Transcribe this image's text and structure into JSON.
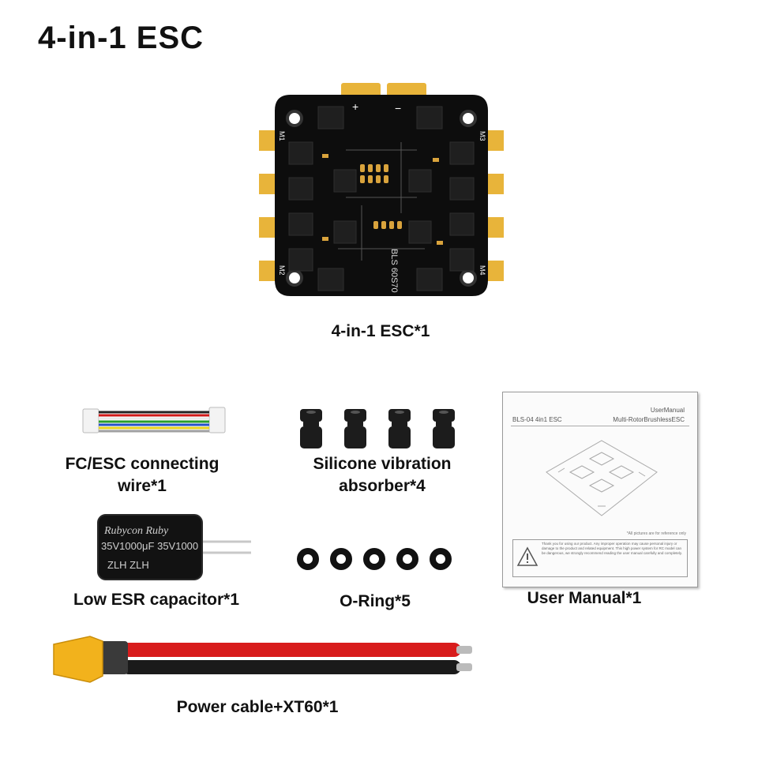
{
  "title": "4-in-1  ESC",
  "items": {
    "esc": {
      "caption": "4-in-1 ESC*1"
    },
    "wire": {
      "caption_line1": "FC/ESC connecting",
      "caption_line2": "wire*1"
    },
    "absorber": {
      "caption_line1": "Silicone vibration",
      "caption_line2": "absorber*4"
    },
    "capacitor": {
      "caption": "Low ESR capacitor*1",
      "print_brand": "Rubycon Ruby",
      "print_value": "35V1000μF 35V1000",
      "print_series": "ZLH ZLH"
    },
    "oring": {
      "caption": "O-Ring*5"
    },
    "manual": {
      "caption": "User Manual*1",
      "header_right1": "UserManual",
      "header_left": "BLS-04 4in1 ESC",
      "header_right2": "Multi-RotorBrushlessESC",
      "note": "*All pictures are for reference only",
      "warning_text": "Thank you for using our product. Any improper operation may cause personal injury or damage to the product and related equipment. This high power system for RC model can be dangerous, we strongly recommend reading the user manual carefully and completely."
    },
    "power_cable": {
      "caption": "Power cable+XT60*1"
    }
  },
  "board_labels": {
    "plus": "+",
    "minus": "−",
    "m1": "M1",
    "m2": "M2",
    "m3": "M3",
    "m4": "M4",
    "silk": "BLS 60S70"
  },
  "colors": {
    "board": "#0d0d0d",
    "gold": "#e8b43a",
    "red_wire": "#d81c1c",
    "black_wire": "#1a1a1a",
    "xt60": "#f2b21c"
  }
}
